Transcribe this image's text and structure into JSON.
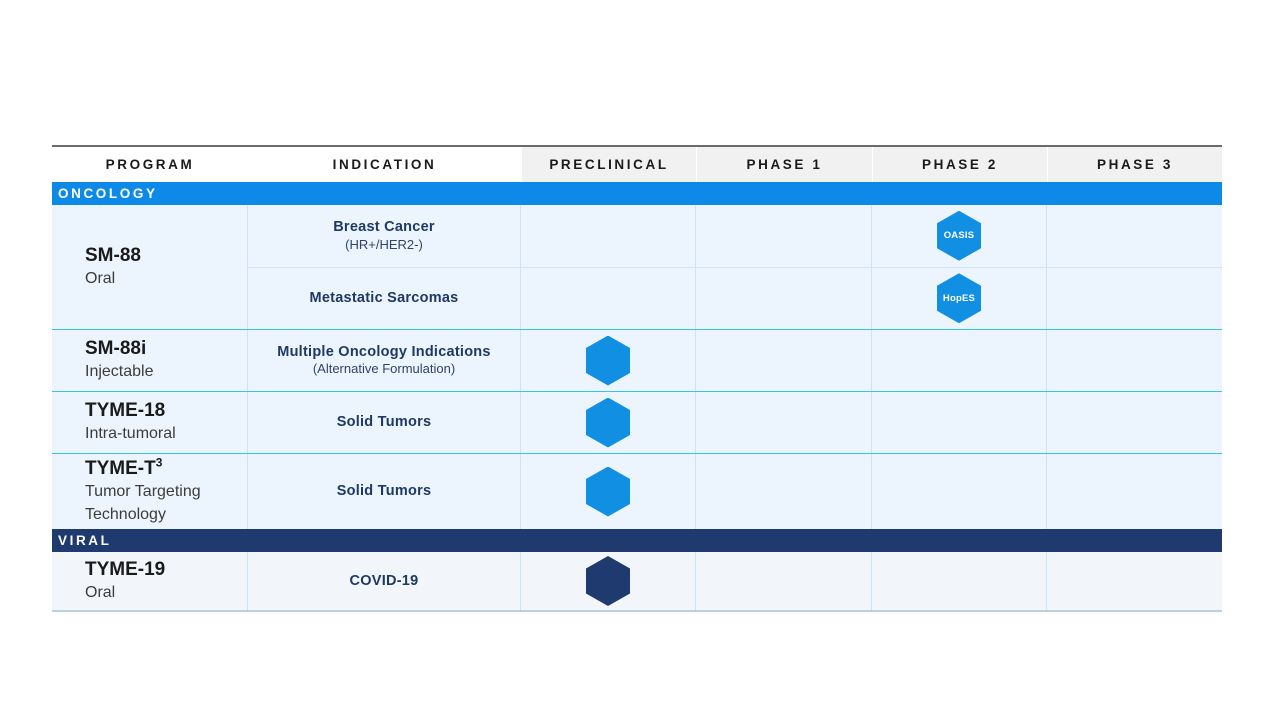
{
  "table": {
    "columns": [
      {
        "key": "program",
        "label": "PROGRAM"
      },
      {
        "key": "indication",
        "label": "INDICATION"
      },
      {
        "key": "preclinical",
        "label": "PRECLINICAL"
      },
      {
        "key": "phase1",
        "label": "PHASE 1"
      },
      {
        "key": "phase2",
        "label": "PHASE 2"
      },
      {
        "key": "phase3",
        "label": "PHASE 3"
      }
    ]
  },
  "colors": {
    "oncology_band": "#0d8ae8",
    "viral_band": "#1e3a6e",
    "hex_blue": "#1190e3",
    "hex_navy": "#1e3a6e",
    "row_fill": "#ecf5fd",
    "indication_text": "#1f3864",
    "header_text": "#1a1a1a",
    "header_phase_fill": "#f1f1f1",
    "top_rule": "#6b6b6b",
    "bottom_rule": "#b9cfe6"
  },
  "sections": [
    {
      "name": "oncology",
      "label": "ONCOLOGY",
      "programs": [
        {
          "name": "SM-88",
          "superscript": "",
          "route": "Oral",
          "rows": [
            {
              "indication": "Breast Cancer",
              "note": "(HR+/HER2-)",
              "marker": {
                "stage": "phase2",
                "style": "blue",
                "label": "OASIS"
              }
            },
            {
              "indication": "Metastatic Sarcomas",
              "note": "",
              "marker": {
                "stage": "phase2",
                "style": "blue",
                "label": "HopES"
              }
            }
          ]
        },
        {
          "name": "SM-88i",
          "superscript": "",
          "route": "Injectable",
          "rows": [
            {
              "indication": "Multiple Oncology Indications",
              "note": "(Alternative Formulation)",
              "marker": {
                "stage": "preclinical",
                "style": "blue",
                "label": ""
              }
            }
          ]
        },
        {
          "name": "TYME-18",
          "superscript": "",
          "route": "Intra-tumoral",
          "rows": [
            {
              "indication": "Solid Tumors",
              "note": "",
              "marker": {
                "stage": "preclinical",
                "style": "blue",
                "label": ""
              }
            }
          ]
        },
        {
          "name": "TYME-T",
          "superscript": "3",
          "route": "Tumor Targeting\nTechnology",
          "rows": [
            {
              "indication": "Solid Tumors",
              "note": "",
              "marker": {
                "stage": "preclinical",
                "style": "blue",
                "label": ""
              }
            }
          ]
        }
      ]
    },
    {
      "name": "viral",
      "label": "VIRAL",
      "programs": [
        {
          "name": "TYME-19",
          "superscript": "",
          "route": "Oral",
          "rows": [
            {
              "indication": "COVID-19",
              "note": "",
              "marker": {
                "stage": "preclinical",
                "style": "navy",
                "label": ""
              }
            }
          ]
        }
      ]
    }
  ]
}
